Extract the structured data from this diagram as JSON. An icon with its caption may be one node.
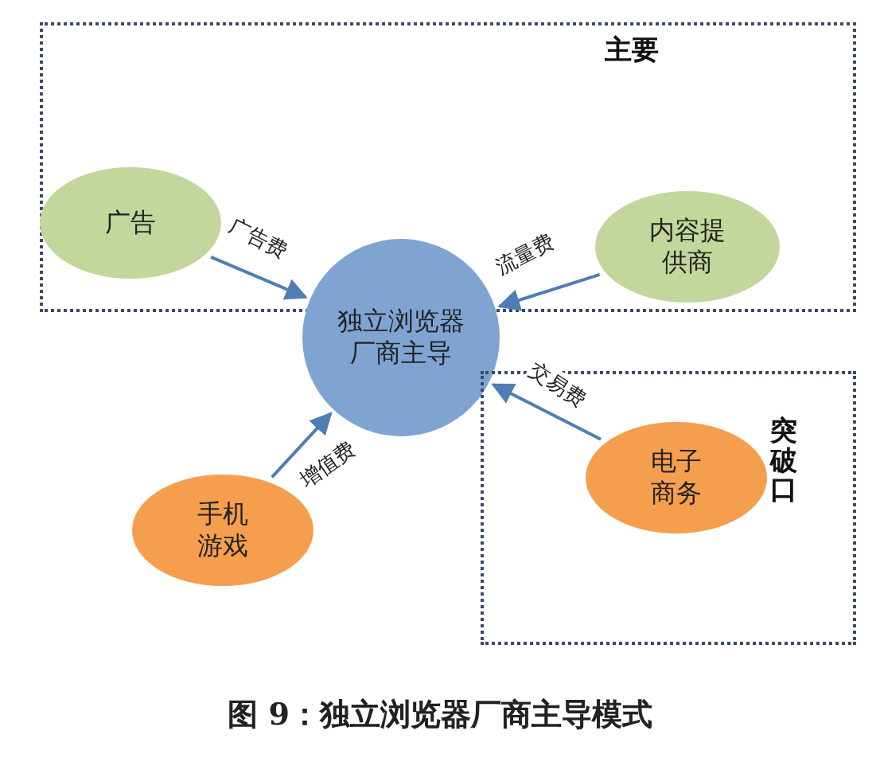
{
  "diagram": {
    "caption": "图 9：独立浏览器厂商主导模式",
    "nodes": [
      {
        "text": [
          "主要"
        ]
      },
      {
        "text": [
          "广告"
        ],
        "in": 0
      },
      {
        "text": [
          "内容提供商"
        ],
        "in": 0
      },
      {
        "text": [
          "独立浏览器厂商主导"
        ]
      },
      {
        "text": [
          "手机游戏"
        ]
      },
      {
        "text": [
          "突破口"
        ]
      },
      {
        "text": [
          "电子商务"
        ],
        "in": 5
      }
    ],
    "edges": [
      {
        "from": 1,
        "to": 3,
        "arrow": "to",
        "label": "广告费"
      },
      {
        "from": 2,
        "to": 3,
        "arrow": "to",
        "label": "流量费"
      },
      {
        "from": 4,
        "to": 3,
        "arrow": "to",
        "label": "增值费"
      },
      {
        "from": 6,
        "to": 3,
        "arrow": "to",
        "label": "交易费"
      }
    ]
  }
}
